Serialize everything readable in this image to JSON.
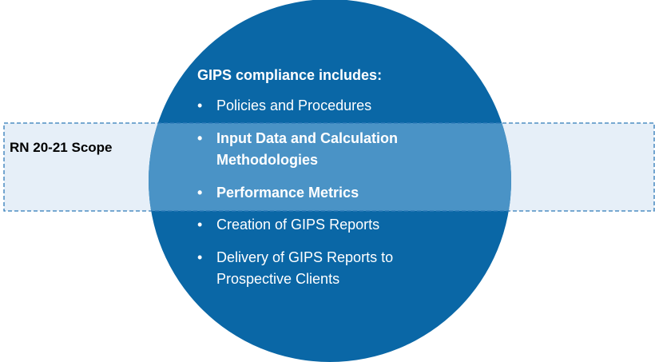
{
  "scope": {
    "label": "RN 20-21 Scope"
  },
  "circle": {
    "heading": "GIPS compliance includes:",
    "items": [
      {
        "text": "Policies and Procedures",
        "in_scope": false
      },
      {
        "text": "Input Data and Calculation Methodologies",
        "in_scope": true
      },
      {
        "text": "Performance Metrics",
        "in_scope": true
      },
      {
        "text": "Creation of GIPS Reports",
        "in_scope": false
      },
      {
        "text": "Delivery of GIPS Reports to Prospective Clients",
        "in_scope": false
      }
    ],
    "bullet": "•"
  },
  "colors": {
    "circle": "#0a67a6",
    "overlap": "#4a93c6",
    "band": "#e6eff8",
    "band_border": "#2f7ab8"
  }
}
